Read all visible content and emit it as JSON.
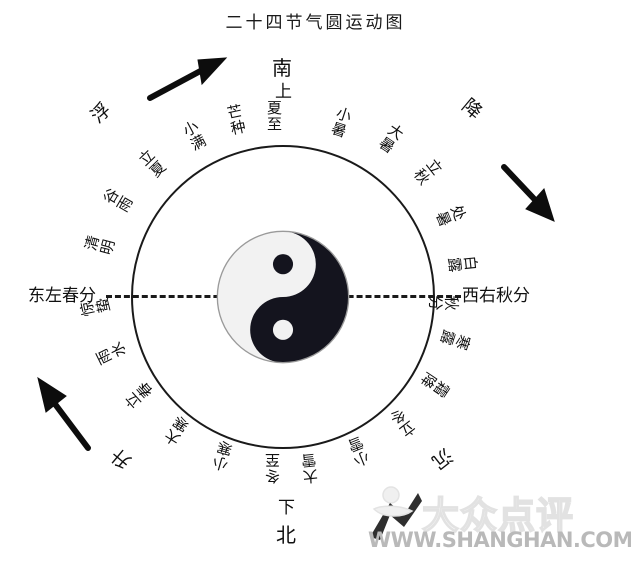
{
  "title": "二十四节气圆运动图",
  "cardinal": {
    "south": "南",
    "south_sub": "上",
    "north": "北",
    "north_sub": "下",
    "east": "东左春分",
    "west": "西右秋分"
  },
  "phases": [
    {
      "label": "浮",
      "meaning": "float"
    },
    {
      "label": "降",
      "meaning": "descend"
    },
    {
      "label": "沉",
      "meaning": "sink"
    },
    {
      "label": "升",
      "meaning": "rise"
    }
  ],
  "solar_terms": [
    {
      "label": "夏至",
      "angle": 90
    },
    {
      "label": "小暑",
      "angle": 105
    },
    {
      "label": "大暑",
      "angle": 120
    },
    {
      "label": "立秋",
      "angle": 135
    },
    {
      "label": "处暑",
      "angle": 150
    },
    {
      "label": "白露",
      "angle": 165
    },
    {
      "label": "秋分",
      "angle": 180
    },
    {
      "label": "寒露",
      "angle": 195
    },
    {
      "label": "霜降",
      "angle": 210
    },
    {
      "label": "立冬",
      "angle": 225
    },
    {
      "label": "小雪",
      "angle": 240
    },
    {
      "label": "大雪",
      "angle": 255
    },
    {
      "label": "冬至",
      "angle": 270
    },
    {
      "label": "小寒",
      "angle": 285
    },
    {
      "label": "大寒",
      "angle": 300
    },
    {
      "label": "立春",
      "angle": 315
    },
    {
      "label": "雨水",
      "angle": 330
    },
    {
      "label": "惊蛰",
      "angle": 345
    },
    {
      "label": "春分",
      "angle": 0
    },
    {
      "label": "清明",
      "angle": 15
    },
    {
      "label": "谷雨",
      "angle": 30
    },
    {
      "label": "立夏",
      "angle": 45
    },
    {
      "label": "小满",
      "angle": 60
    },
    {
      "label": "芒种",
      "angle": 75
    }
  ],
  "watermark": {
    "site": "WWW.SHANGHAN.COM",
    "brand": "大众点评"
  },
  "colors": {
    "ink": "#1a1a1a",
    "yin": "#14141e",
    "yang": "#f2f2f2",
    "watermark": "#b9b9b9"
  }
}
